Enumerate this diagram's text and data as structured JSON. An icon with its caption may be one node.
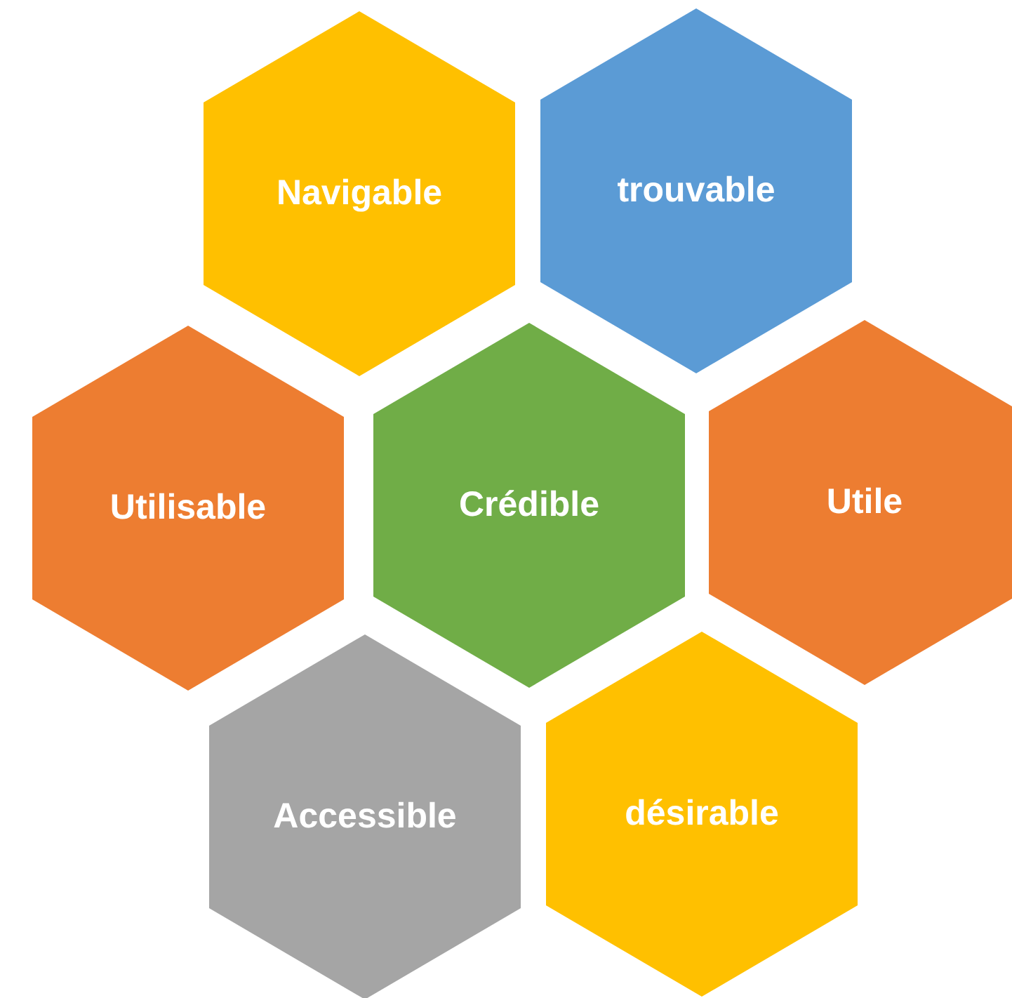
{
  "diagram": {
    "nodes": [
      {
        "text": [
          "Navigable"
        ]
      },
      {
        "text": [
          "trouvable"
        ]
      },
      {
        "text": [
          "Utilisable"
        ]
      },
      {
        "text": [
          "Crédible"
        ]
      },
      {
        "text": [
          "Utile"
        ]
      },
      {
        "text": [
          "Accessible"
        ]
      },
      {
        "text": [
          "désirable"
        ]
      }
    ]
  }
}
